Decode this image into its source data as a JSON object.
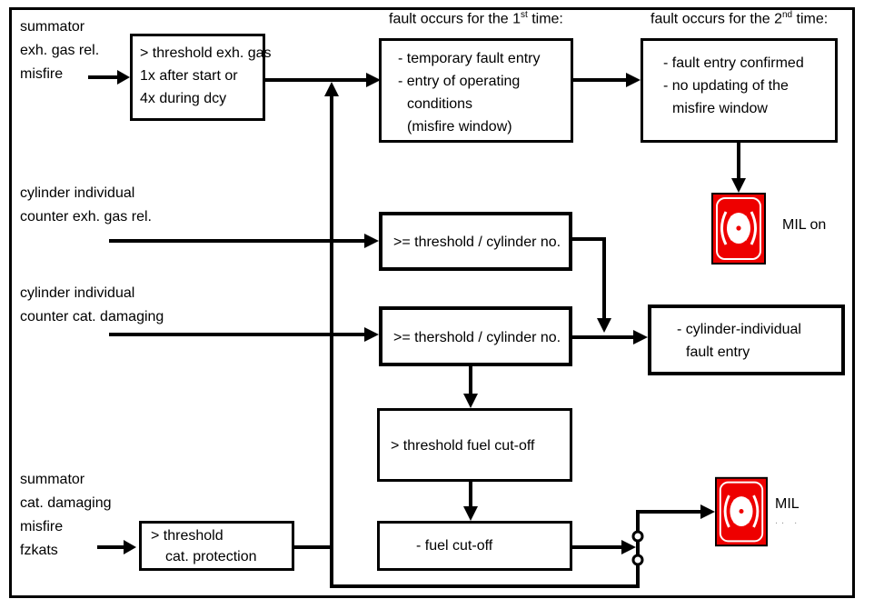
{
  "colors": {
    "mil_red": "#ee0000",
    "line": "#000000"
  },
  "headings": {
    "first": {
      "prefix": "fault occurs for the 1",
      "sup": "st",
      "suffix": " time:"
    },
    "second": {
      "prefix": "fault occurs for the 2",
      "sup": "nd",
      "suffix": " time:"
    }
  },
  "labels": {
    "summator_exh": {
      "lines": [
        "summator",
        "exh. gas rel.",
        "misfire"
      ]
    },
    "counter_exh": {
      "lines": [
        "cylinder individual",
        "counter exh. gas rel."
      ]
    },
    "counter_cat": {
      "lines": [
        "cylinder individual",
        "counter cat. damaging"
      ]
    },
    "summator_cat": {
      "lines": [
        "summator",
        "cat. damaging",
        "misfire",
        "fzkats"
      ]
    }
  },
  "boxes": {
    "threshold_exh_gas": {
      "lines": [
        "> threshold exh. gas",
        "1x after start or",
        "4x during dcy"
      ]
    },
    "temporary_fault_entry": {
      "lines": [
        "- temporary fault entry",
        "- entry of operating",
        "conditions",
        "(misfire window)"
      ]
    },
    "fault_entry_confirmed": {
      "lines": [
        "- fault entry confirmed",
        "- no updating of the",
        "misfire window"
      ]
    },
    "threshold_cylinder_exh": {
      "lines": [
        ">= threshold / cylinder no."
      ]
    },
    "threshold_cylinder_cat": {
      "lines": [
        ">= thershold / cylinder no."
      ]
    },
    "cylinder_fault_entry": {
      "lines": [
        "- cylinder-individual",
        "fault entry"
      ]
    },
    "threshold_fuel_cutoff": {
      "lines": [
        "> threshold fuel cut-off"
      ]
    },
    "fuel_cutoff": {
      "lines": [
        "- fuel cut-off"
      ]
    },
    "threshold_cat_protection": {
      "lines": [
        "> threshold",
        "cat. protection"
      ]
    }
  },
  "mil": {
    "top_label": "MIL on",
    "bottom_label": "MIL",
    "bottom_sub": ".. ."
  }
}
